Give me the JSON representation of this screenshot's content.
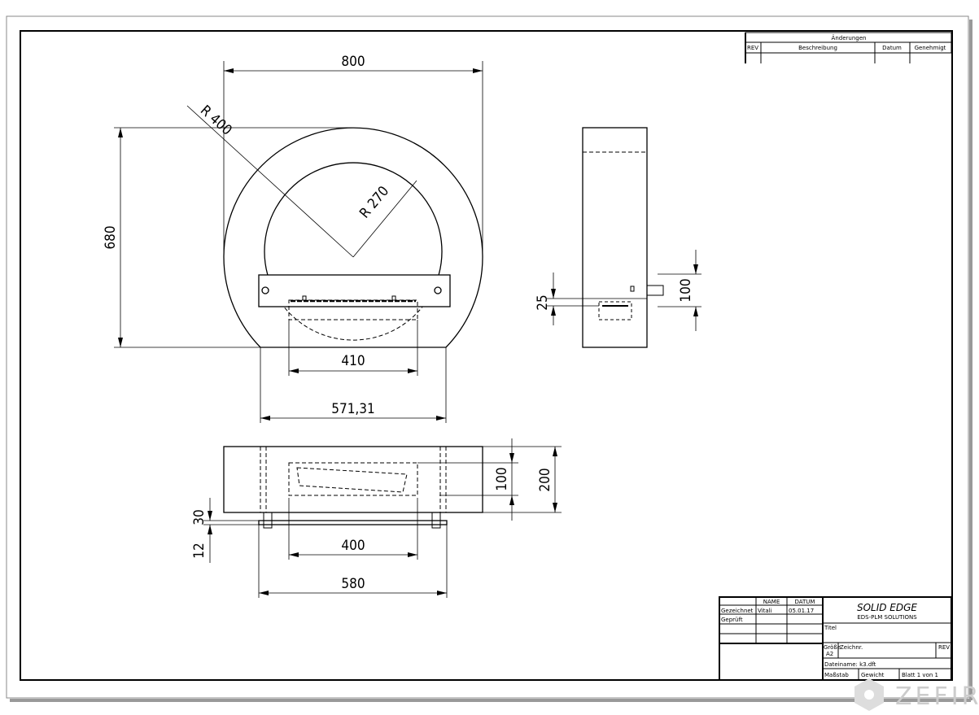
{
  "drawing": {
    "front_view": {
      "width": "800",
      "height": "680",
      "outer_radius": "R 400",
      "inner_radius": "R 270",
      "firebox_width": "410",
      "base_width": "571,31"
    },
    "side_view": {
      "dim_a": "25",
      "dim_b": "100"
    },
    "top_view": {
      "depth_inner": "100",
      "depth": "200",
      "dim_30": "30",
      "dim_12": "12",
      "width_400": "400",
      "width_580": "580"
    }
  },
  "revision_block": {
    "title": "Änderungen",
    "columns": [
      "REV",
      "Beschreibung",
      "Datum",
      "Genehmigt"
    ]
  },
  "title_block": {
    "col_name": "NAME",
    "col_date": "DATUM",
    "drawn_label": "Gezeichnet",
    "drawn_name": "Vitali",
    "drawn_date": "05.01.17",
    "checked_label": "Geprüft",
    "brand": "SOLID EDGE",
    "brand_sub": "EDS-PLM SOLUTIONS",
    "title_label": "Titel",
    "size_label": "Größe",
    "size_value": "A2",
    "drawing_no_label": "Zeichnr.",
    "rev_label": "REV",
    "file_label": "Dateiname: k3.dft",
    "scale_label": "Maßstab",
    "weight_label": "Gewicht",
    "sheet_label": "Blatt 1 von 1"
  },
  "watermark": "ZEFIRE"
}
